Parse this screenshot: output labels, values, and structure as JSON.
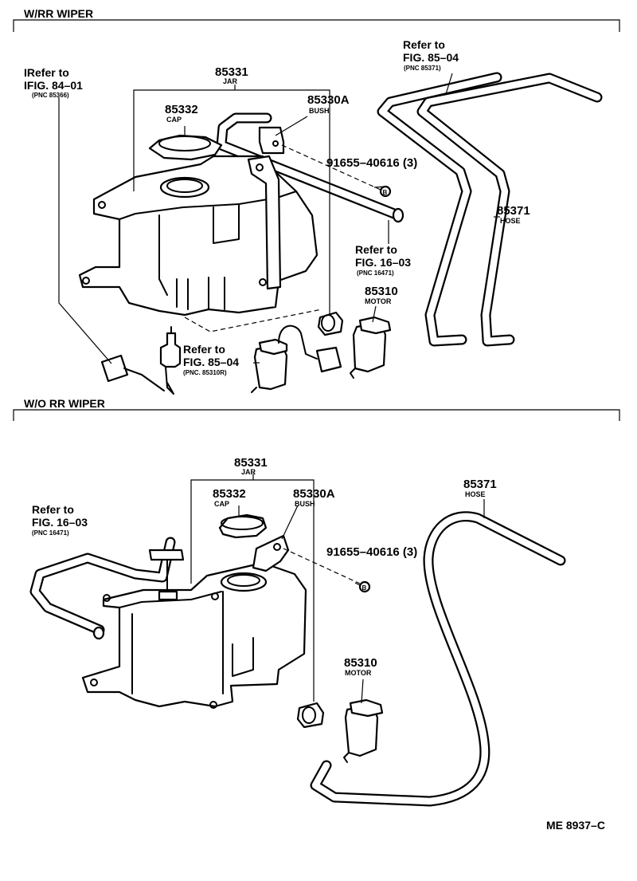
{
  "sections": {
    "top": "W/RR WIPER",
    "bottom": "W/O RR WIPER"
  },
  "top": {
    "ref_hose_fig": "Refer to",
    "ref_hose_fig2": "FIG. 85–04",
    "ref_hose_pnc": "(PNC 85371)",
    "ref_8401_a": "IRefer to",
    "ref_8401_b": "IFIG. 84–01",
    "ref_8401_pnc": "(PNC 85366)",
    "jar_no": "85331",
    "jar_name": "JAR",
    "cap_no": "85332",
    "cap_name": "CAP",
    "bush_no": "85330A",
    "bush_name": "BUSH",
    "bolt_no": "91655–40616 (3)",
    "hose_no": "85371",
    "hose_name": "HOSE",
    "ref_1603_a": "Refer to",
    "ref_1603_b": "FIG. 16–03",
    "ref_1603_pnc": "(PNC 16471)",
    "motor_no": "85310",
    "motor_name": "MOTOR",
    "ref_8504_a": "Refer to",
    "ref_8504_b": "FIG. 85–04",
    "ref_8504_pnc": "(PNC. 85310R)"
  },
  "bottom": {
    "jar_no": "85331",
    "jar_name": "JAR",
    "cap_no": "85332",
    "cap_name": "CAP",
    "bush_no": "85330A",
    "bush_name": "BUSH",
    "hose_no": "85371",
    "hose_name": "HOSE",
    "ref_1603_a": "Refer to",
    "ref_1603_b": "FIG. 16–03",
    "ref_1603_pnc": "(PNC 16471)",
    "bolt_no": "91655–40616 (3)",
    "motor_no": "85310",
    "motor_name": "MOTOR"
  },
  "footer": {
    "code": "ME 8937–C"
  }
}
